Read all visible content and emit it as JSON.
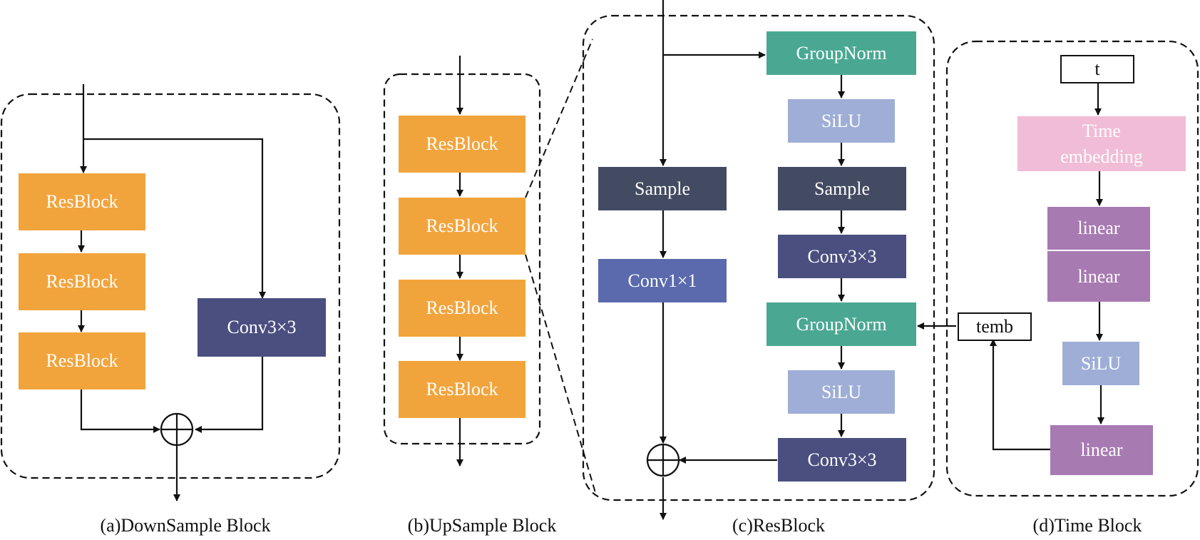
{
  "downsample": {
    "resblocks": [
      "ResBlock",
      "ResBlock",
      "ResBlock"
    ],
    "conv": "Conv3×3",
    "caption": "(a)DownSample Block"
  },
  "upsample": {
    "resblocks": [
      "ResBlock",
      "ResBlock",
      "ResBlock",
      "ResBlock"
    ],
    "caption": "(b)UpSample Block"
  },
  "resblock": {
    "groupnorm_1": "GroupNorm",
    "silu_1": "SiLU",
    "sample_main": "Sample",
    "conv_1": "Conv3×3",
    "groupnorm_2": "GroupNorm",
    "silu_2": "SiLU",
    "conv_2": "Conv3×3",
    "sample_skip": "Sample",
    "conv_skip": "Conv1×1",
    "temb": "temb",
    "caption": "(c)ResBlock"
  },
  "timeblock": {
    "t": "t",
    "time_embedding": "Time\nembedding",
    "linear_1": "linear",
    "linear_2": "linear",
    "silu": "SiLU",
    "linear_3": "linear",
    "caption": "(d)Time Block"
  },
  "colors": {
    "resblock_orange": "#f2a43c",
    "conv3x3_navy": "#4a4f80",
    "sample_slate": "#434b62",
    "conv1x1_blue": "#5a6aad",
    "groupnorm_teal": "#4aa892",
    "silu_lightblue": "#9eaed6",
    "time_embedding_pink": "#f1bcd6",
    "linear_purple": "#a87ab2"
  }
}
